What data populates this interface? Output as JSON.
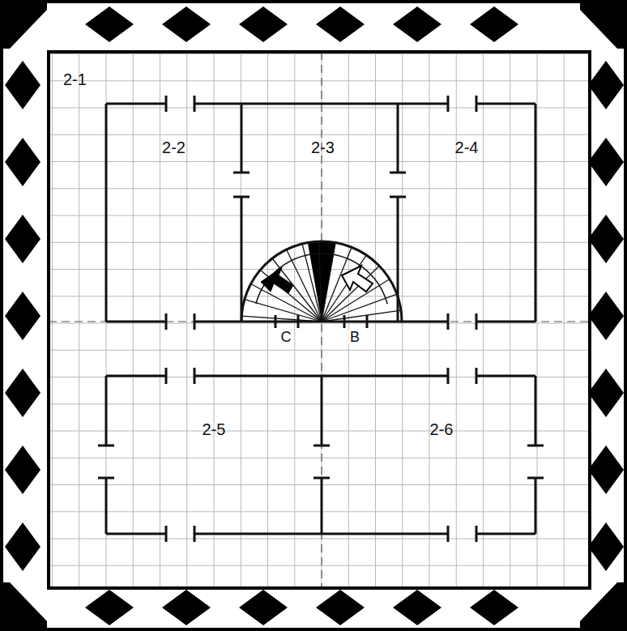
{
  "diagram": {
    "nodes": [
      {
        "text": [
          "2-1"
        ]
      },
      {
        "text": [
          "2-2"
        ],
        "in": 0
      },
      {
        "text": [
          "2-3"
        ],
        "in": 0
      },
      {
        "text": [
          "2-4"
        ],
        "in": 0
      },
      {
        "text": [
          "2-5"
        ],
        "in": 0
      },
      {
        "text": [
          "2-6"
        ],
        "in": 0
      }
    ],
    "labels": [
      "C",
      "B"
    ]
  }
}
